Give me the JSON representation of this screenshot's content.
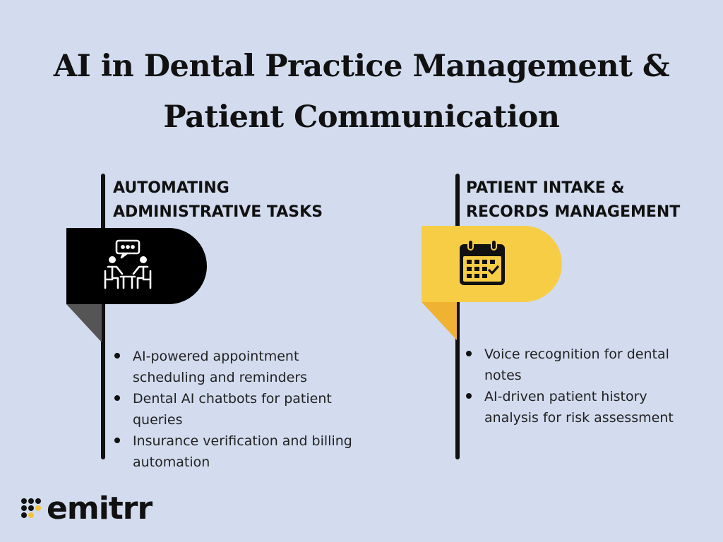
{
  "title": {
    "line1": "AI in Dental Practice Management &",
    "line2": "Patient Communication"
  },
  "colors": {
    "background": "#d3dcee",
    "left_tab": "#000000",
    "left_fold": "#555555",
    "right_tab": "#f7cd46",
    "right_fold": "#f0b232"
  },
  "sections": [
    {
      "heading_line1": "AUTOMATING",
      "heading_line2": "ADMINISTRATIVE TASKS",
      "icon": "meeting-chat-icon",
      "bullets": [
        "AI-powered appointment scheduling and reminders",
        "Dental AI chatbots for patient queries",
        "Insurance verification and billing automation"
      ]
    },
    {
      "heading_line1": "PATIENT INTAKE &",
      "heading_line2": "RECORDS MANAGEMENT",
      "icon": "calendar-check-icon",
      "bullets": [
        "Voice recognition for dental notes",
        "AI-driven patient history analysis for risk assessment"
      ]
    }
  ],
  "logo": {
    "text": "emitrr",
    "icon": "emitrr-dots-icon"
  }
}
